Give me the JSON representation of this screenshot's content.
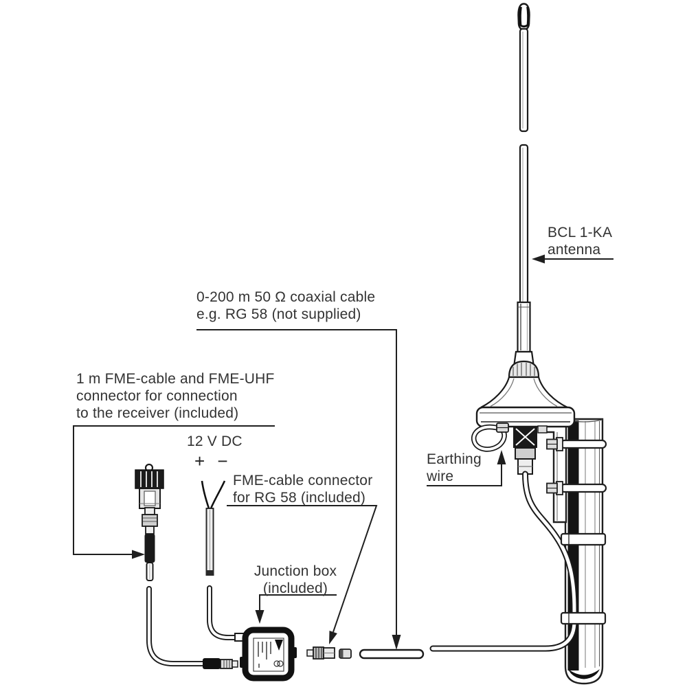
{
  "diagram": {
    "labels": {
      "coax_cable": "0-200 m 50 Ω coaxial cable\ne.g. RG 58 (not supplied)",
      "fme_uhf_cable": "1 m FME-cable and FME-UHF\nconnector for connection\nto the receiver (included)",
      "dc_supply": "12 V DC",
      "dc_polarity": "+ −",
      "fme_rg58_connector": "FME-cable connector\nfor RG 58 (included)",
      "junction_box": "Junction box\n(included)",
      "antenna": "BCL 1-KA\nantenna",
      "earthing_wire": "Earthing\nwire"
    },
    "colors": {
      "line_art": "#1f1f1f",
      "text": "#333333",
      "background": "#ffffff"
    }
  }
}
